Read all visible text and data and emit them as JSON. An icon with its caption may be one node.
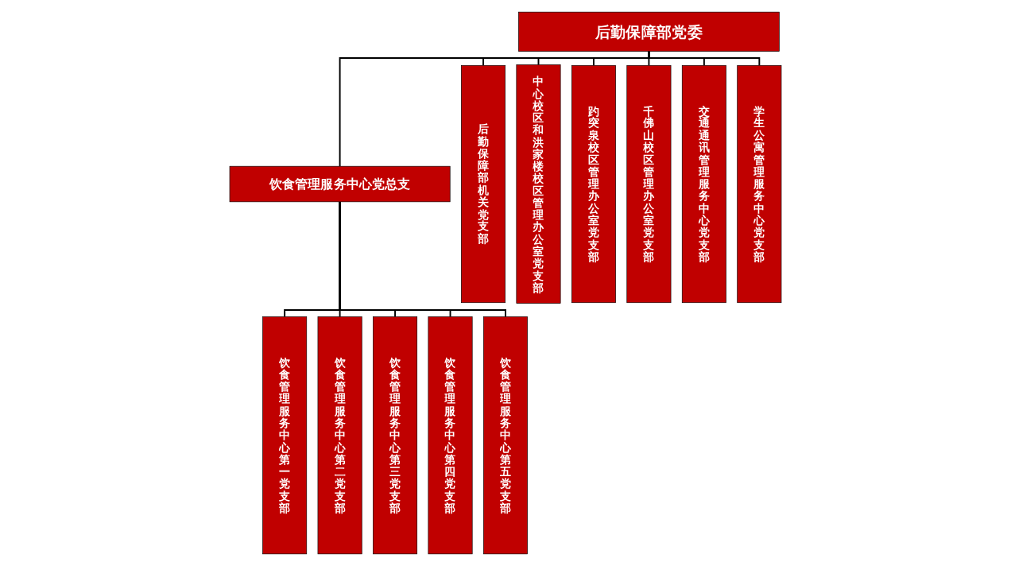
{
  "diagram": {
    "nodes": [
      {
        "text": [
          "后勤保障部党委"
        ]
      },
      {
        "text": [
          "饮食管理服务中心党总支"
        ]
      },
      {
        "text": [
          "饮食管理服务中心第一党支部"
        ]
      },
      {
        "text": [
          "饮食管理服务中心第二党支部"
        ]
      },
      {
        "text": [
          "饮食管理服务中心第三党支部"
        ]
      },
      {
        "text": [
          "饮食管理服务中心第四党支部"
        ]
      },
      {
        "text": [
          "饮食管理服务中心第五党支部"
        ]
      },
      {
        "text": [
          "后勤保障部机关党支部"
        ]
      },
      {
        "text": [
          "中心校区和洪家楼校区管理办公室党支部"
        ]
      },
      {
        "text": [
          "趵突泉校区管理办公室党支部"
        ]
      },
      {
        "text": [
          "千佛山校区管理办公室党支部"
        ]
      },
      {
        "text": [
          "交通通讯管理服务中心党支部"
        ]
      },
      {
        "text": [
          "学生公寓管理服务中心党支部"
        ]
      }
    ],
    "edges": [
      {
        "from": 0,
        "to": 1,
        "arrow": "none"
      },
      {
        "from": 0,
        "to": 7,
        "arrow": "none"
      },
      {
        "from": 0,
        "to": 8,
        "arrow": "none"
      },
      {
        "from": 0,
        "to": 9,
        "arrow": "none"
      },
      {
        "from": 0,
        "to": 10,
        "arrow": "none"
      },
      {
        "from": 0,
        "to": 11,
        "arrow": "none"
      },
      {
        "from": 0,
        "to": 12,
        "arrow": "none"
      },
      {
        "from": 1,
        "to": 2,
        "arrow": "none"
      },
      {
        "from": 1,
        "to": 3,
        "arrow": "none"
      },
      {
        "from": 1,
        "to": 4,
        "arrow": "none"
      },
      {
        "from": 1,
        "to": 5,
        "arrow": "none"
      },
      {
        "from": 1,
        "to": 6,
        "arrow": "none"
      }
    ]
  }
}
